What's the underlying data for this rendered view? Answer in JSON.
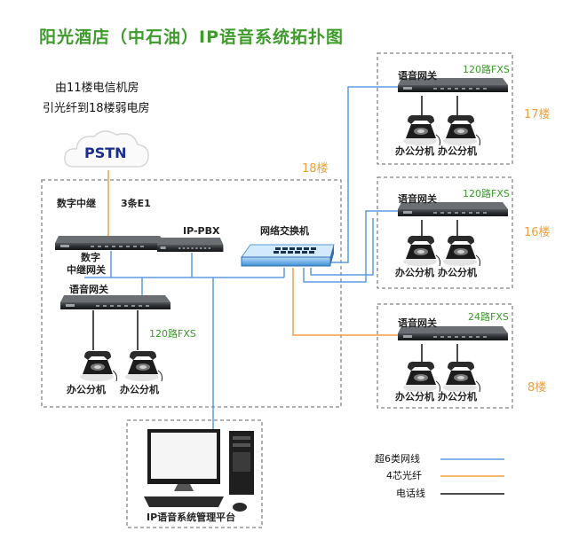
{
  "title": "阳光酒店（中石油）IP语音系统拓扑图",
  "source_note": [
    "由11楼电信机房",
    "引光纤到18楼弱电房"
  ],
  "pstn": "PSTN",
  "floor18": {
    "floor_label": "18楼",
    "trunk_label": "数字中继",
    "e1_label": "3条E1",
    "digital_gateway": [
      "数字",
      "中继网关"
    ],
    "ip_pbx": "IP-PBX",
    "switch": "网络交换机",
    "voice_gateway": "语音网关",
    "fxs": "120路FXS",
    "phones": [
      "办公分机",
      "办公分机"
    ]
  },
  "floors": [
    {
      "floor_label": "17楼",
      "gateway": "语音网关",
      "fxs": "120路FXS",
      "phones": [
        "办公分机",
        "办公分机"
      ]
    },
    {
      "floor_label": "16楼",
      "gateway": "语音网关",
      "fxs": "120路FXS",
      "phones": [
        "办公分机",
        "办公分机"
      ]
    },
    {
      "floor_label": "8楼",
      "gateway": "语音网关",
      "fxs": "24路FXS",
      "phones": [
        "办公分机",
        "办公分机"
      ]
    }
  ],
  "management": "IP语音系统管理平台",
  "legend": [
    {
      "label": "超6类网线",
      "color": "#5b9be0"
    },
    {
      "label": "4芯光纤",
      "color": "#f0a040"
    },
    {
      "label": "电话线",
      "color": "#111111"
    }
  ],
  "colors": {
    "title": "#3e9b2c",
    "cat6": "#5b9be0",
    "fiber": "#f0a040",
    "phone_line": "#111111",
    "fxs_text": "#3a9a2a"
  }
}
